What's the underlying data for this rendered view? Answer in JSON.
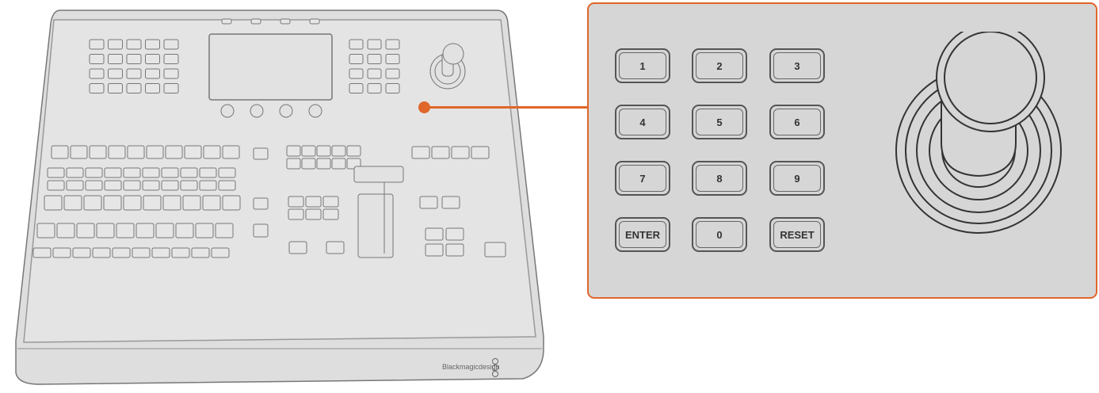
{
  "console": {
    "brand_logo": "Blackmagicdesign"
  },
  "callout": {
    "title": "Joystick and Keypad",
    "keypad": [
      "1",
      "2",
      "3",
      "4",
      "5",
      "6",
      "7",
      "8",
      "9",
      "ENTER",
      "0",
      "RESET"
    ],
    "accent_color": "#e0662a"
  }
}
